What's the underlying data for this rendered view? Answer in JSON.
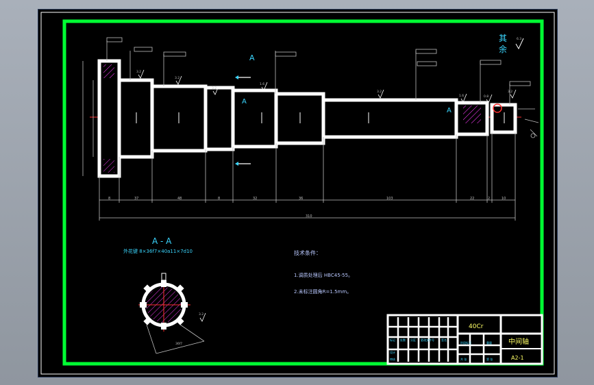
{
  "view_label": "A",
  "section_marker": "A",
  "roughness_other": {
    "text": "其余",
    "value": "6.3"
  },
  "section": {
    "title": "A - A",
    "spec": "外花键  8×36f7×40a11×7d10"
  },
  "tech_requirements": {
    "title": "技术条件：",
    "items": [
      "1.调质处理后 HBC45-55。",
      "2.未标注圆角R=1.5mm。"
    ]
  },
  "title_block": {
    "material": "40Cr",
    "part_name": "中间轴",
    "drawing_no": "A2-1"
  },
  "total_length": "310",
  "segment_dims": [
    "8",
    "37",
    "48",
    "8",
    "32",
    "36",
    "103",
    "22",
    "2",
    "10"
  ],
  "roughness_marks": [
    "3.2",
    "3.2",
    "3.2",
    "1.6",
    "3.2",
    "1.6",
    "0.8",
    "3.2"
  ],
  "colors": {
    "background": "#000000",
    "frame_green": "#00ff33",
    "outline_white": "#ffffff",
    "center_red": "#ff3030",
    "hatch_magenta": "#ff3cff",
    "dim_gray": "#bfbfbf",
    "text_cyan": "#3ad6ff",
    "text_yellow": "#ffff66",
    "tech_blue": "#b9c8ff"
  }
}
